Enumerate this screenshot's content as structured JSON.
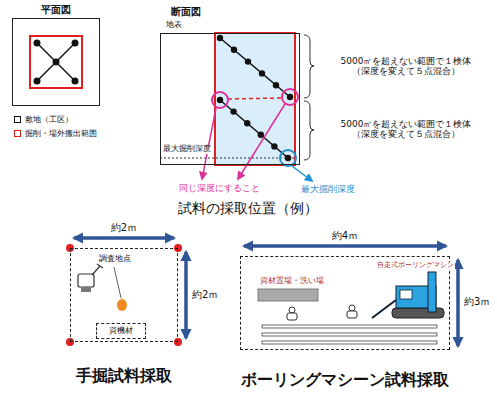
{
  "diagram": {
    "caption": "試料の採取位置（例）",
    "nodes": [
      {
        "text": [
          "手掘試料採取"
        ]
      },
      {
        "text": [
          "資機材"
        ],
        "in": 0
      },
      {
        "text": [
          "ボーリングマシーン試料採取"
        ]
      },
      {
        "text": [
          "平面図"
        ]
      },
      {
        "text": [
          "断面図"
        ]
      }
    ],
    "labels": [
      "地表",
      "5000㎡を超えない範囲で１検体 （深度を変えて５点混合）",
      "5000㎡を超えない範囲で１検体 （深度を変えて５点混合）",
      "最大掘削深度",
      "同じ深度にすること",
      "最大掘削深度",
      "約2ｍ",
      "約2ｍ",
      "調査地点",
      "約4ｍ",
      "約3ｍ",
      "資材置場・洗い場",
      "自走式ボーリングマシン"
    ],
    "legend": [
      {
        "text": "敷地（工区）"
      },
      {
        "text": "掘削・場外搬出範囲"
      }
    ]
  }
}
